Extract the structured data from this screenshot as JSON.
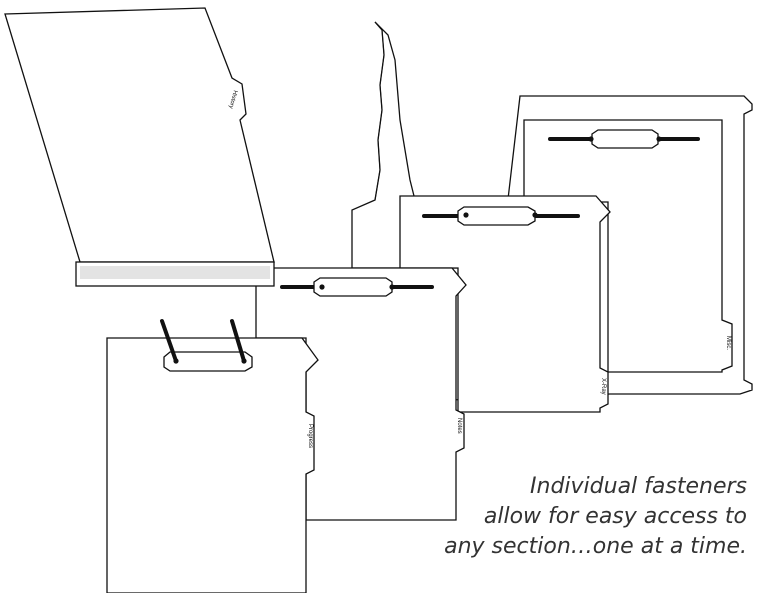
{
  "tabs": {
    "history": "History",
    "misc": "Misc.",
    "xray": "X-Ray",
    "notes": "Notes",
    "progress": "Progress"
  },
  "caption": {
    "line1": "Individual fasteners",
    "line2": "allow for easy access to",
    "line3": "any section…one at a time."
  }
}
